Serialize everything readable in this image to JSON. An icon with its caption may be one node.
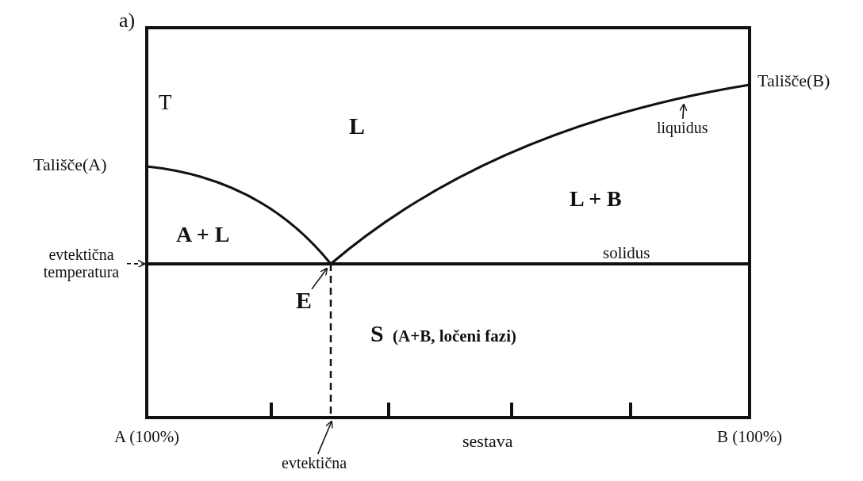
{
  "diagram": {
    "nodes": [
      {
        "text": [
          "liquidus"
        ]
      },
      {
        "text": [
          "evtektična temperatura"
        ]
      },
      {
        "text": [
          "E"
        ]
      },
      {
        "text": [
          "evtektična"
        ]
      }
    ],
    "edges": [
      {
        "from": 0,
        "to": null,
        "arrow": "to"
      },
      {
        "from": 1,
        "to": null,
        "arrow": "to",
        "style": "dashed"
      },
      {
        "from": 2,
        "to": null,
        "arrow": "to"
      },
      {
        "from": 3,
        "to": null,
        "arrow": "to"
      }
    ],
    "labels": [
      "a)",
      "T",
      "Tališče(B)",
      "L",
      "Tališče(A)",
      "L + B",
      "A + L",
      "solidus",
      "S",
      "(A+B, ločeni fazi)",
      "A (100%)",
      "sestava",
      "B (100%)"
    ]
  }
}
